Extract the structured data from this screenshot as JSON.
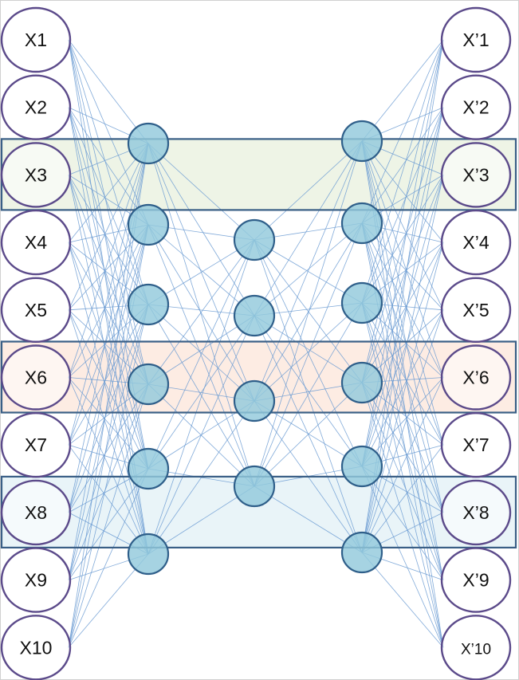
{
  "colors": {
    "input_border": "#5b4a8a",
    "hidden_fill": "#92c9dc",
    "hidden_border": "#2f5f8a",
    "edge": "#6b9bd2",
    "highlight_border": "#3a5f86",
    "band_1_fill": "#eef4e6",
    "band_2_fill": "#fdece3",
    "band_3_fill": "#e9f4f8"
  },
  "inputs": [
    "X1",
    "X2",
    "X3",
    "X4",
    "X5",
    "X6",
    "X7",
    "X8",
    "X9",
    "X10"
  ],
  "outputs": [
    "X’1",
    "X’2",
    "X’3",
    "X’4",
    "X’5",
    "X’6",
    "X’7",
    "X’8",
    "X’9",
    "X’10"
  ],
  "layers": {
    "encoder_units": 6,
    "bottleneck_units": 4,
    "decoder_units": 6
  },
  "highlighted_rows": [
    {
      "input": "X3",
      "output": "X’3"
    },
    {
      "input": "X6",
      "output": "X’6"
    },
    {
      "input": "X8",
      "output": "X’8"
    }
  ]
}
